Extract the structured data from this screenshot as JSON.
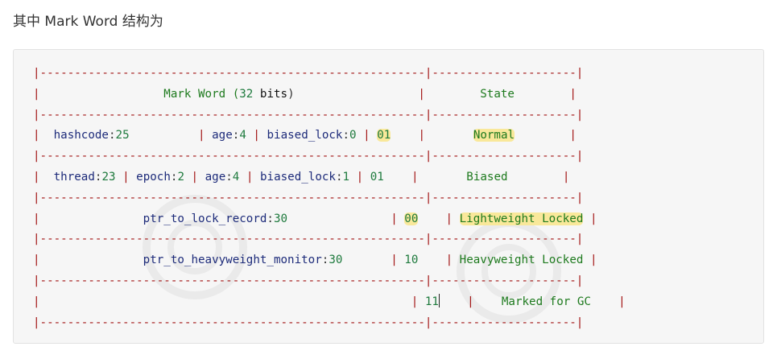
{
  "heading": "其中 Mark Word 结构为",
  "table": {
    "header_left_a": "Mark Word (",
    "header_left_num": "32",
    "header_left_b": " ",
    "header_left_bits": "bits",
    "header_left_c": ")",
    "header_right": "State",
    "rows": [
      {
        "hashcode": "hashcode",
        "hashcode_n": "25",
        "age": "age",
        "age_n": "4",
        "biased": "biased_lock",
        "biased_n": "0",
        "bits": "01",
        "state": "Normal"
      },
      {
        "thread": "thread",
        "thread_n": "23",
        "epoch": "epoch",
        "epoch_n": "2",
        "age": "age",
        "age_n": "4",
        "biased": "biased_lock",
        "biased_n": "1",
        "bits": "01",
        "state": "Biased"
      },
      {
        "ptr": "ptr_to_lock_record",
        "ptr_n": "30",
        "bits": "00",
        "state": "Lightweight Locked"
      },
      {
        "ptr": "ptr_to_heavyweight_monitor",
        "ptr_n": "30",
        "bits": "10",
        "state": "Heavyweight Locked"
      },
      {
        "bits": "11",
        "state": "Marked for GC"
      }
    ]
  },
  "colors": {
    "border": "#a31515",
    "literal": "#1e7a1e",
    "identifier": "#1d2b7a",
    "highlight": "#f9e89a"
  }
}
